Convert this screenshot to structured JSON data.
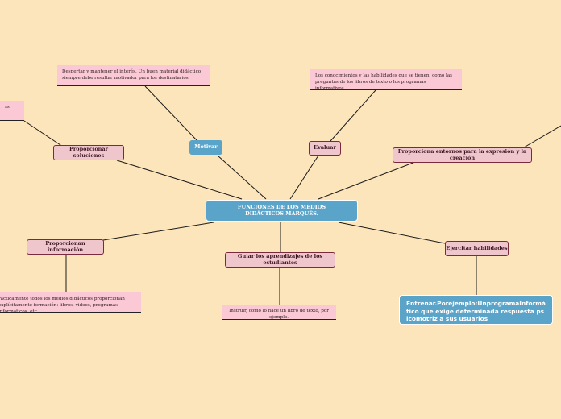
{
  "central": "FUNCIONES DE LOS MEDIOS DIDÁCTICOS MARQUÉS.",
  "nodes": {
    "motivar": "Motivar",
    "evaluar": "Evaluar",
    "proporcionar_soluciones": "Proporcionar soluciones",
    "proporciona_entornos": "Proporciona entornos para la expresión y la creación",
    "proporcionan_informacion": "Proporcionan información",
    "guiar": "Guiar los aprendizajes de los estudiantes",
    "ejercitar": "Ejercitar habilidades"
  },
  "notes": {
    "motivar": "Despertar y mantener el interés. Un buen material didáctico siempre debe resultar motivador para los destinatarios.",
    "evaluar": "Los conocimientos y las habilidades que se tienen, como las preguntas de los libros de texto o los programas informativos.",
    "soluciones_partial": "ss",
    "informacion": "rácticamente todos los medios didácticos proporcionan explícitamente formación: libros, videos, programas informáticos, etc.",
    "guiar": "Instruir, como lo hace un libro de texto, por ejemplo.",
    "ejercitar": "Entrenar.Porejemplo:UnprogramaInformático que exige determinada respuesta psicomotriz a sus usuarios"
  }
}
